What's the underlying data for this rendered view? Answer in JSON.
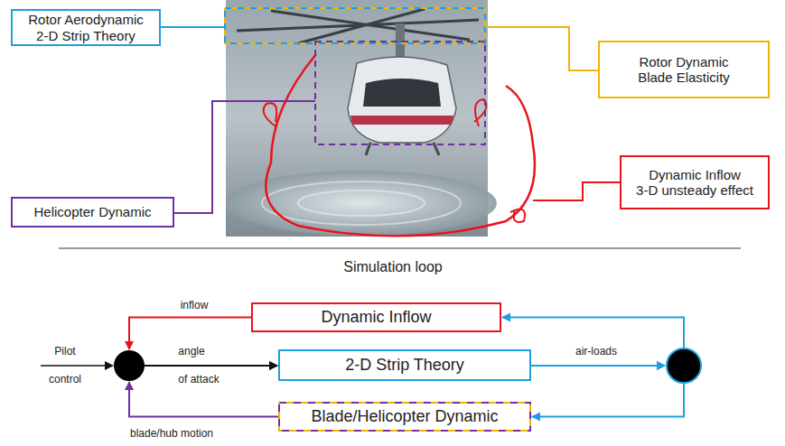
{
  "diagram": {
    "nodes": [
      {
        "text": [
          "Rotor Aerodynamic",
          "2-D Strip Theory"
        ]
      },
      {
        "text": [
          "Rotor Dynamic",
          "Blade Elasticity"
        ]
      },
      {
        "text": [
          "Dynamic Inflow",
          "3-D unsteady effect"
        ]
      },
      {
        "text": [
          "Helicopter Dynamic"
        ]
      },
      {
        "text": [
          "Dynamic Inflow"
        ]
      },
      {
        "text": [
          "2-D Strip Theory"
        ]
      },
      {
        "text": [
          "Blade/Helicopter Dynamic"
        ]
      }
    ],
    "edges": [
      {
        "from": 5,
        "to": 4,
        "arrow": "to"
      },
      {
        "from": 5,
        "to": 6,
        "arrow": "to"
      },
      {
        "from": 4,
        "to": 5,
        "arrow": "to"
      },
      {
        "from": 6,
        "to": 5,
        "arrow": "to"
      }
    ],
    "labels": [
      "Simulation loop",
      "inflow",
      "Pilot",
      "control",
      "angle",
      "of attack",
      "air-loads",
      "blade/hub motion"
    ]
  }
}
